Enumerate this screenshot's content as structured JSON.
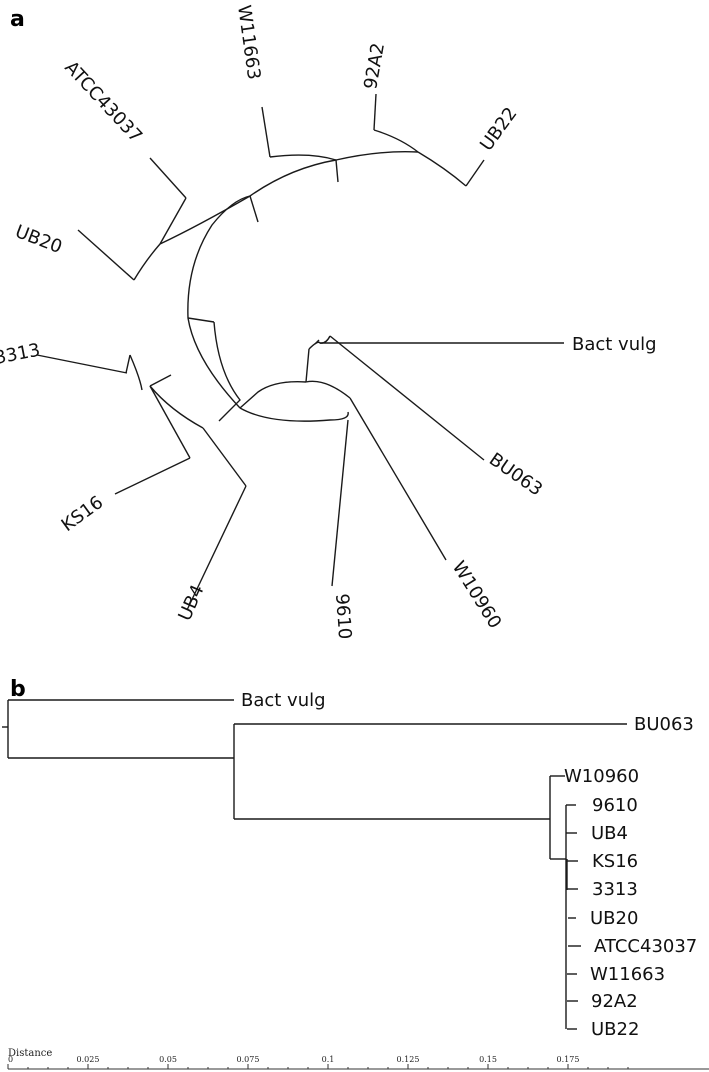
{
  "panels": {
    "a": "a",
    "b": "b"
  },
  "leaves": {
    "bact_vulg": "Bact vulg",
    "bu063": "BU063",
    "w10960": "W10960",
    "n9610": "9610",
    "ub4": "UB4",
    "ks16": "KS16",
    "n3313": "3313",
    "ub20": "UB20",
    "atcc43037": "ATCC43037",
    "w11663": "W11663",
    "n92a2": "92A2",
    "ub22": "UB22"
  },
  "axis": {
    "title": "Distance",
    "ticks": [
      "0",
      "0.025",
      "0.05",
      "0.075",
      "0.1",
      "0.125",
      "0.15",
      "0.175"
    ]
  }
}
